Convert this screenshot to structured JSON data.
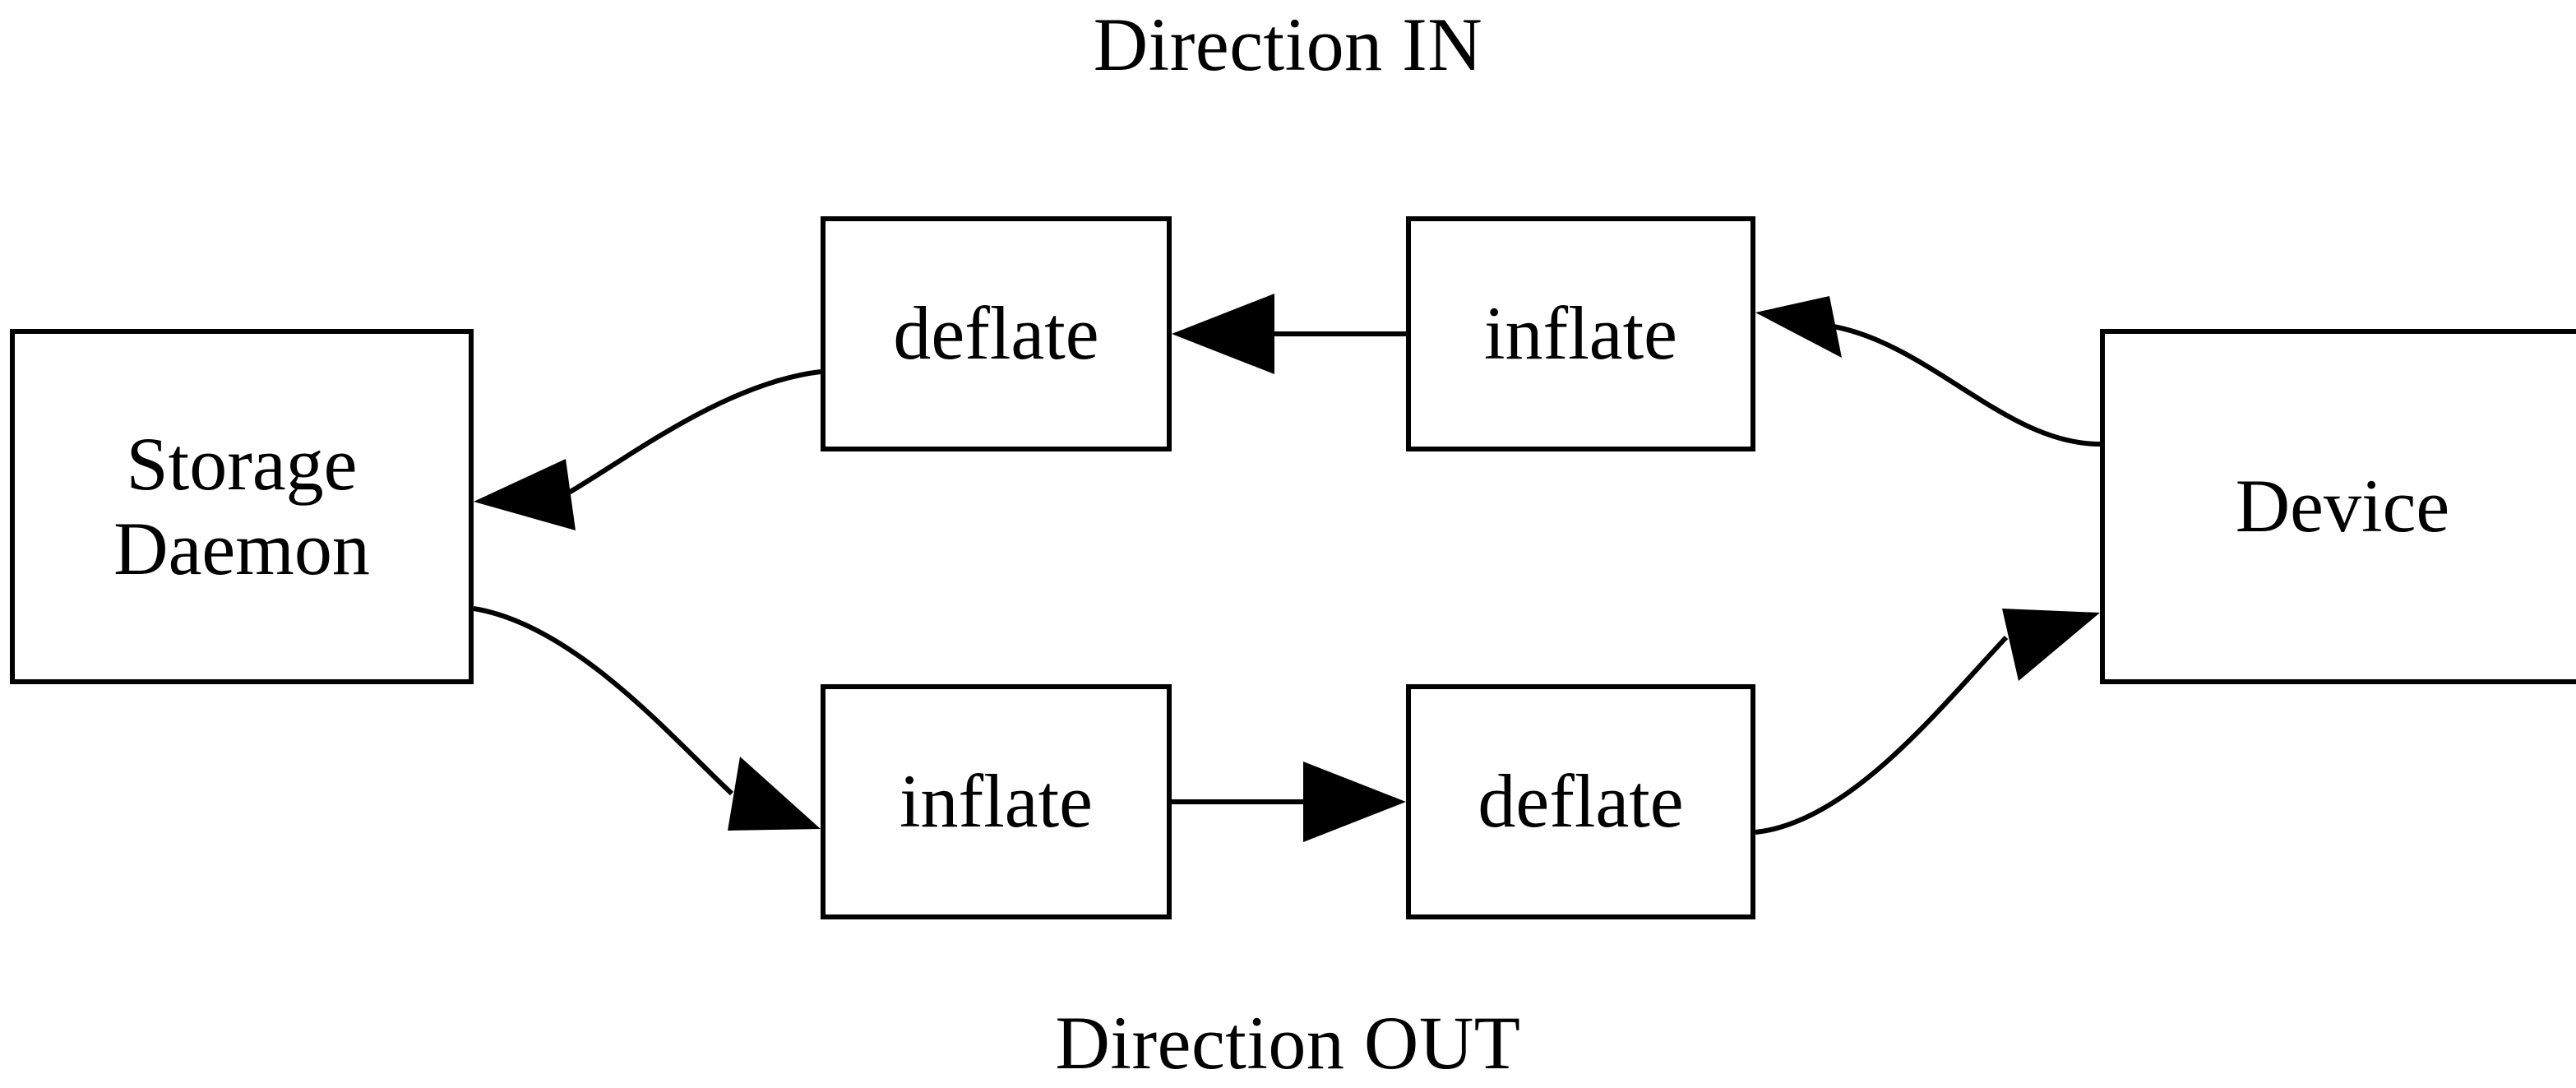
{
  "diagram": {
    "title_top": "Direction IN",
    "title_bottom": "Direction OUT",
    "background_color": "#ffffff",
    "line_color": "#000000",
    "nodes": [
      {
        "id": "storage-daemon",
        "label_line1": "Storage",
        "label_line2": "Daemon"
      },
      {
        "id": "deflate-in",
        "label": "deflate"
      },
      {
        "id": "inflate-in",
        "label": "inflate"
      },
      {
        "id": "device",
        "label": "Device"
      },
      {
        "id": "inflate-out",
        "label": "inflate"
      },
      {
        "id": "deflate-out",
        "label": "deflate"
      }
    ],
    "edges": [
      {
        "from": "device",
        "to": "inflate-in",
        "direction": "left",
        "row": "in"
      },
      {
        "from": "inflate-in",
        "to": "deflate-in",
        "direction": "left",
        "row": "in"
      },
      {
        "from": "deflate-in",
        "to": "storage-daemon",
        "direction": "left",
        "row": "in"
      },
      {
        "from": "storage-daemon",
        "to": "inflate-out",
        "direction": "right",
        "row": "out"
      },
      {
        "from": "inflate-out",
        "to": "deflate-out",
        "direction": "right",
        "row": "out"
      },
      {
        "from": "deflate-out",
        "to": "device",
        "direction": "right",
        "row": "out"
      }
    ]
  }
}
